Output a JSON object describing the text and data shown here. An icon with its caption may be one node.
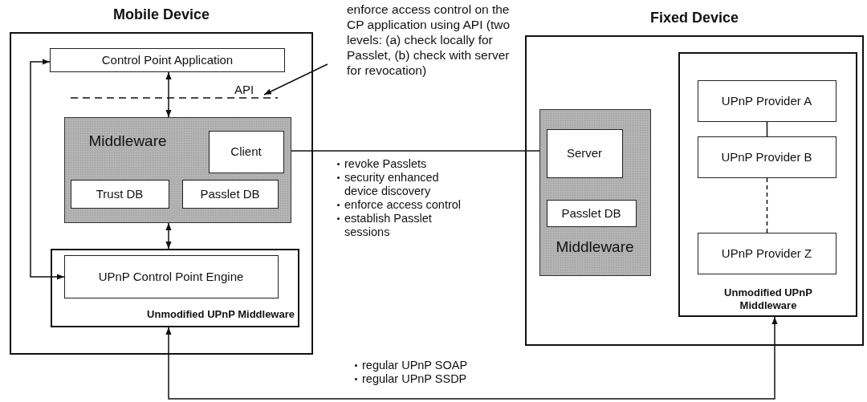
{
  "diagram": {
    "nodes": [
      {
        "text": [
          "Mobile Device"
        ]
      },
      {
        "text": [
          "Control Point Application"
        ],
        "in": 0
      },
      {
        "text": [
          "API"
        ],
        "in": 0
      },
      {
        "text": [
          "Middleware"
        ],
        "in": 0
      },
      {
        "text": [
          "Client"
        ],
        "in": 3
      },
      {
        "text": [
          "Trust DB"
        ],
        "in": 3
      },
      {
        "text": [
          "Passlet DB"
        ],
        "in": 3
      },
      {
        "text": [
          "Unmodified UPnP Middleware"
        ],
        "in": 0
      },
      {
        "text": [
          "UPnP Control Point Engine"
        ],
        "in": 7
      },
      {
        "text": [
          "enforce access control on the CP application using API (two levels: (a) check locally for Passlet, (b) check with server for revocation)"
        ]
      },
      {
        "text": [
          "Fixed Device"
        ]
      },
      {
        "text": [
          "Middleware"
        ],
        "in": 10
      },
      {
        "text": [
          "Server"
        ],
        "in": 11
      },
      {
        "text": [
          "Passlet DB"
        ],
        "in": 11
      },
      {
        "text": [
          "Unmodified UPnP Middleware"
        ],
        "in": 10
      },
      {
        "text": [
          "UPnP Provider A"
        ],
        "in": 14
      },
      {
        "text": [
          "UPnP Provider B"
        ],
        "in": 14
      },
      {
        "text": [
          "UPnP Provider Z"
        ],
        "in": 14
      }
    ],
    "edges": [
      {
        "from": 1,
        "to": 3,
        "arrow": "both"
      },
      {
        "from": 3,
        "to": 7,
        "arrow": "both"
      },
      {
        "from": 1,
        "to": 8,
        "arrow": "both"
      },
      {
        "from": 9,
        "to": 2,
        "arrow": "to"
      },
      {
        "from": 4,
        "to": 12,
        "arrow": "both"
      },
      {
        "from": 15,
        "to": 16,
        "arrow": "none"
      },
      {
        "from": 16,
        "to": 17,
        "arrow": "none",
        "style": "dashed"
      },
      {
        "from": 7,
        "to": 14,
        "arrow": "both"
      }
    ],
    "labels": [
      "revoke Passlets",
      "security enhanced device discovery",
      "enforce access control",
      "establish Passlet sessions",
      "regular UPnP SOAP",
      "regular UPnP SSDP"
    ]
  }
}
